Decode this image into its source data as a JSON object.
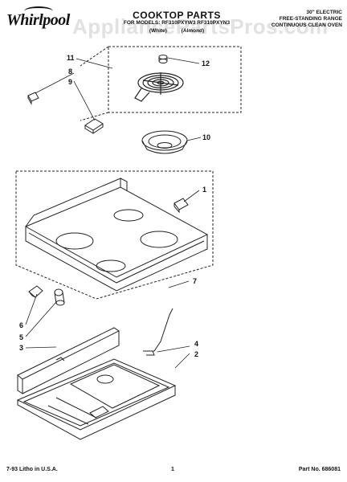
{
  "header": {
    "brand": "Whirlpool",
    "title": "COOKTOP PARTS",
    "models": "FOR MODELS: RF310PXYW3 RF310PXYN3",
    "colors": [
      "(White)",
      "(Almond)"
    ],
    "description": [
      "30\" ELECTRIC",
      "FREE-STANDING RANGE",
      "CONTINUOUS CLEAN OVEN"
    ]
  },
  "watermark": "AppliancePartsPros.com",
  "callouts": [
    "1",
    "2",
    "3",
    "4",
    "5",
    "6",
    "7",
    "8",
    "9",
    "10",
    "11",
    "12"
  ],
  "footer": {
    "left": "7-93 Litho in U.S.A.",
    "center": "1",
    "right": "Part No. 686081"
  }
}
